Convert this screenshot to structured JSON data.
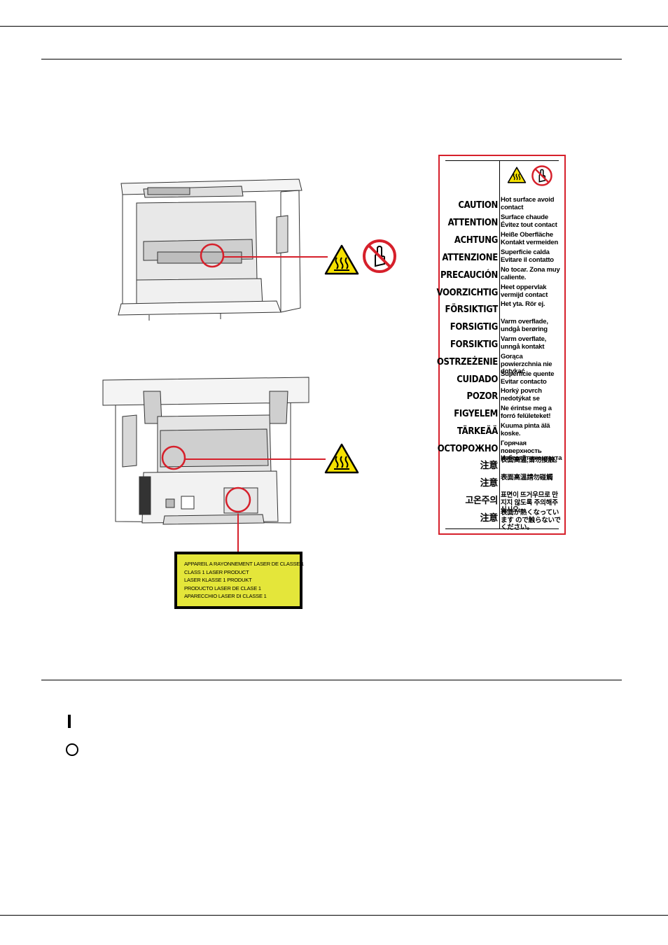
{
  "caution_label": {
    "entries": [
      {
        "word": "CAUTION",
        "text": "Hot surface avoid contact"
      },
      {
        "word": "ATTENTION",
        "text": "Surface chaude Évitez tout contact"
      },
      {
        "word": "ACHTUNG",
        "text": "Heiße Oberfläche Kontakt vermeiden"
      },
      {
        "word": "ATTENZIONE",
        "text": "Superficie calda Evitare il contatto"
      },
      {
        "word": "PRECAUCIÓN",
        "text": "No tocar. Zona muy caliente."
      },
      {
        "word": "VOORZICHTIG",
        "text": "Heet oppervlak vermijd contact"
      },
      {
        "word": "FÖRSIKTIGT",
        "text": "Het yta. Rör ej."
      },
      {
        "word": "FORSIGTIG",
        "text": "Varm overflade, undgå berøring"
      },
      {
        "word": "FORSIKTIG",
        "text": "Varm overflate, unngå kontakt"
      },
      {
        "word": "OSTRZEŻENIE",
        "text": "Gorąca powierzchnia nie dotykać"
      },
      {
        "word": "CUIDADO",
        "text": "Superfície quente Evitar contacto"
      },
      {
        "word": "POZOR",
        "text": "Horký povrch nedotýkat se"
      },
      {
        "word": "FIGYELEM",
        "text": "Ne érintse meg a forró felületeket!"
      },
      {
        "word": "TÄRKEÄÄ",
        "text": "Kuuma pinta älä koske."
      },
      {
        "word": "ОСТОРОЖНО",
        "text": "Горячая поверхность Избегайте контакта"
      },
      {
        "word": "注意",
        "text": "表面高温,请勿接触。"
      },
      {
        "word": "注意",
        "text": "表面高溫請勿碰觸"
      },
      {
        "word": "고온주의",
        "text": "표면이 뜨거우므로 만지지 않도록 주의해주십시오."
      },
      {
        "word": "注意",
        "text": "表面が熱くなっています ので触らないでください。"
      }
    ]
  },
  "laser_label": {
    "lines": [
      "APPAREIL A RAYONNEMENT LASER DE CLASSE 1",
      "CLASS 1 LASER PRODUCT",
      "LASER KLASSE 1 PRODUKT",
      "PRODUCTO LASER DE CLASE 1",
      "APARECCHIO LASER DI CLASSE 1"
    ]
  },
  "colors": {
    "warning_yellow": "#f5e100",
    "prohibit_red": "#d6202b",
    "laser_yellow": "#e4e63a"
  },
  "icons": [
    "hot-surface-warning-icon",
    "do-not-touch-icon",
    "power-on-icon",
    "power-off-icon"
  ]
}
